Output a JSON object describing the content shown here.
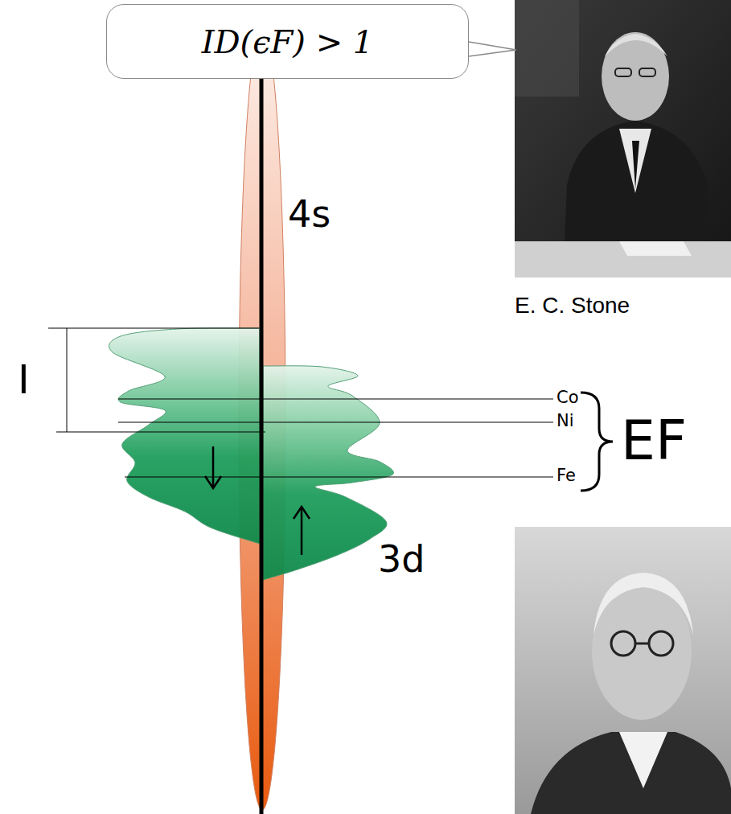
{
  "diagram": {
    "nodes": [
      {
        "text": [
          "ID(ϵF) > 1"
        ]
      }
    ],
    "labels": [
      "E. C. Stone",
      "4s",
      "I",
      "Co",
      "Ni",
      "Fe",
      "EF",
      "3d"
    ]
  }
}
